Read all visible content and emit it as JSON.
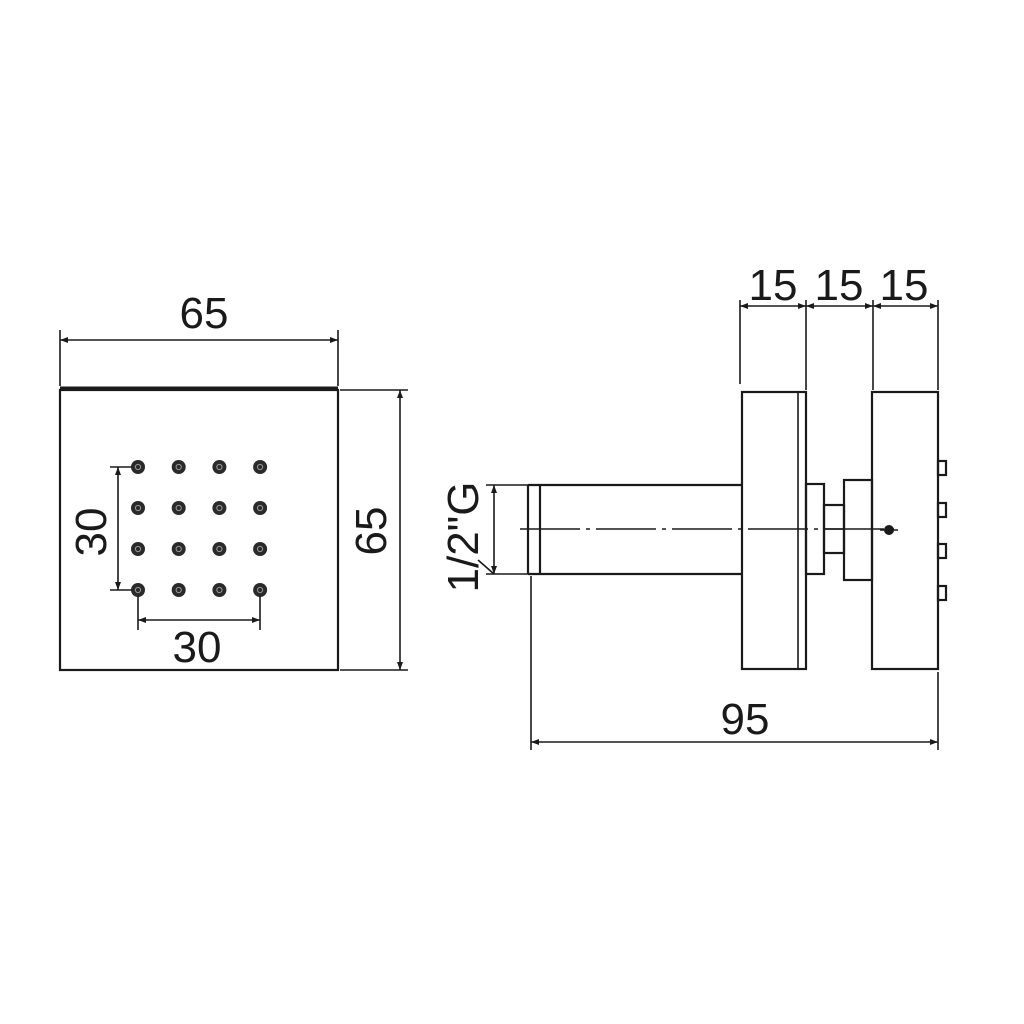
{
  "front_view": {
    "width_label": "65",
    "height_label": "65",
    "nozzle_vertical_spacing_label": "30",
    "nozzle_horizontal_spacing_label": "30",
    "nozzle_grid": {
      "rows": 4,
      "cols": 4
    }
  },
  "side_view": {
    "segment_labels": [
      "15",
      "15",
      "15"
    ],
    "thread_label": "1/2\"G",
    "overall_length_label": "95"
  },
  "colors": {
    "line": "#1a1a1a",
    "background": "#ffffff"
  }
}
